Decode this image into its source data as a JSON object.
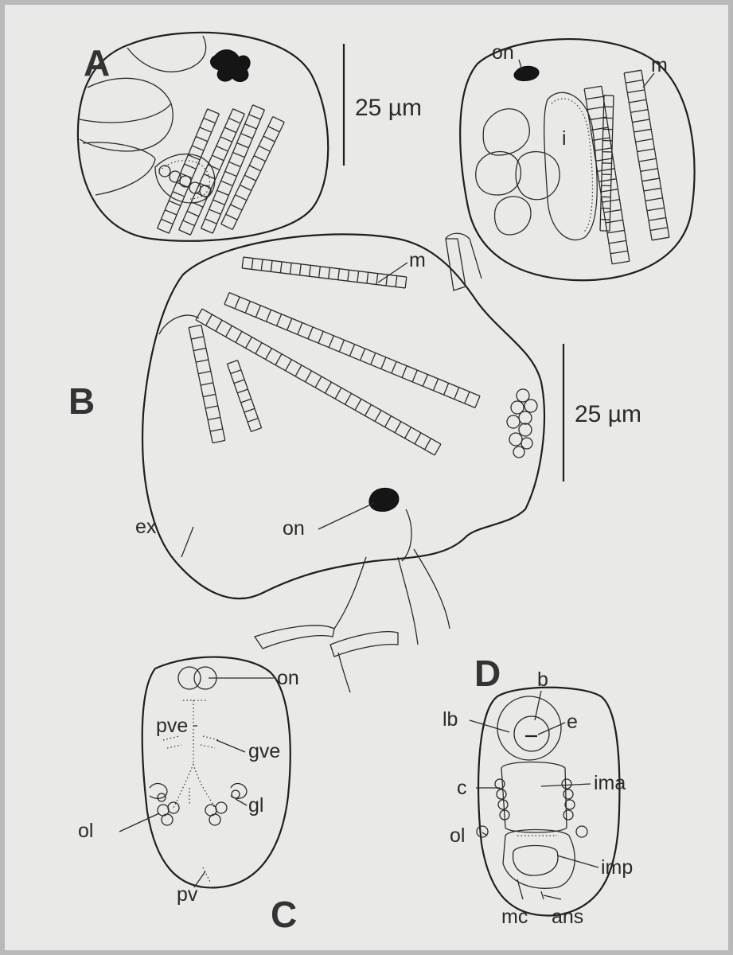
{
  "panels": {
    "a": "A",
    "b": "B",
    "c": "C",
    "d": "D"
  },
  "scale_bars": {
    "upper": "25 µm",
    "middle": "25 µm"
  },
  "labels": {
    "on": "on",
    "m": "m",
    "i": "i",
    "ex": "ex",
    "pve": "pve",
    "gve": "gve",
    "ol": "ol",
    "gl": "gl",
    "pv": "pv",
    "b": "b",
    "e": "e",
    "lb": "lb",
    "c": "c",
    "ima": "ima",
    "imp": "imp",
    "mc": "mc",
    "ans": "ans"
  }
}
